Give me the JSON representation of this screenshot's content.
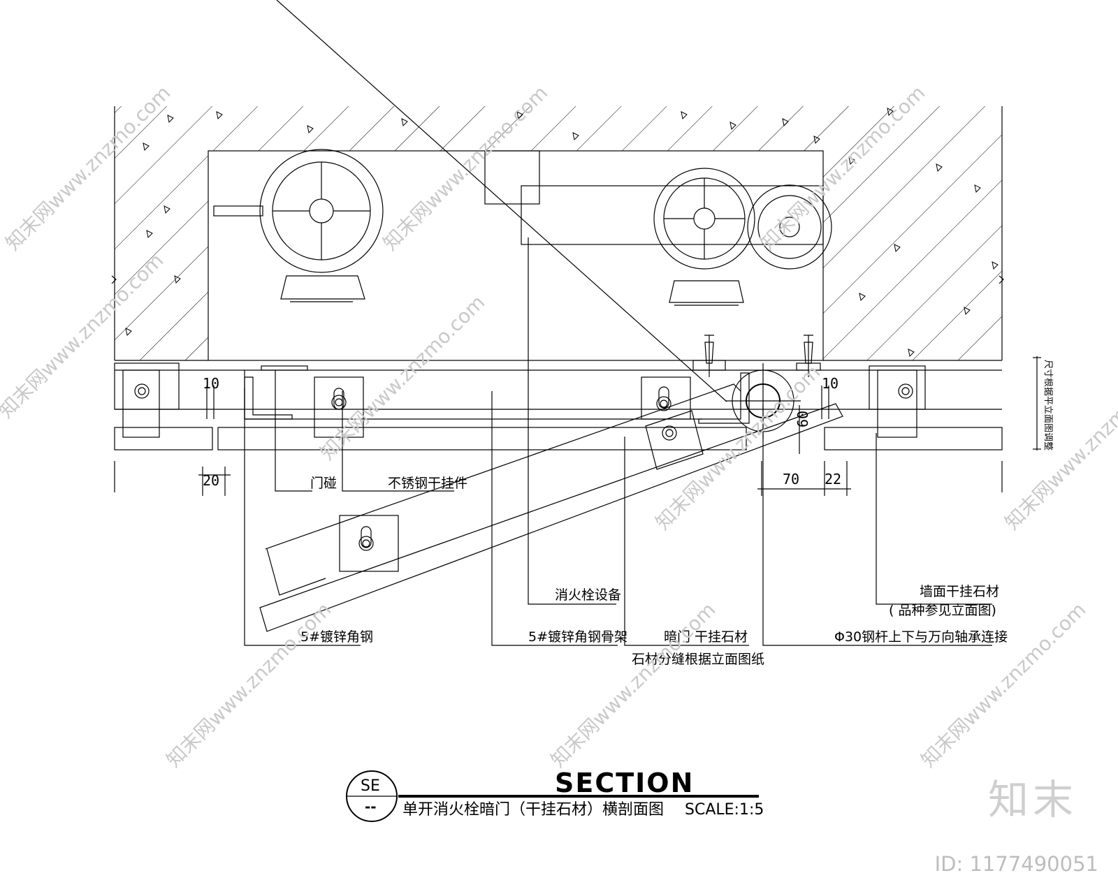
{
  "labels": {
    "door_stop": "门碰",
    "ss_hanger": "不锈钢干挂件",
    "hydrant_equipment": "消火栓设备",
    "wall_stone_line1": "墙面干挂石材",
    "wall_stone_line2": "( 品种参见立面图)",
    "angle_steel": "5#镀锌角钢",
    "angle_frame": "5#镀锌角钢骨架",
    "hidden_door_line1": "暗门 干挂石材",
    "hidden_door_line2": "石材分缝根据立面图纸",
    "steel_rod": "Φ30钢杆上下与万向轴承连接",
    "vertical_note": "尺寸根据平立面图调整"
  },
  "dimensions": {
    "d10_left": "10",
    "d20": "20",
    "d10_right": "10",
    "d60": "60",
    "d70": "70",
    "d22": "22"
  },
  "title_block": {
    "symbol_top": "SE",
    "symbol_bottom": "--",
    "heading": "SECTION",
    "subtitle": "单开消火栓暗门（干挂石材）横剖面图",
    "scale": "SCALE:1:5"
  },
  "watermark": {
    "text": "知末网www.znzmo.com",
    "brand": "知末",
    "id": "ID: 1177490051"
  }
}
